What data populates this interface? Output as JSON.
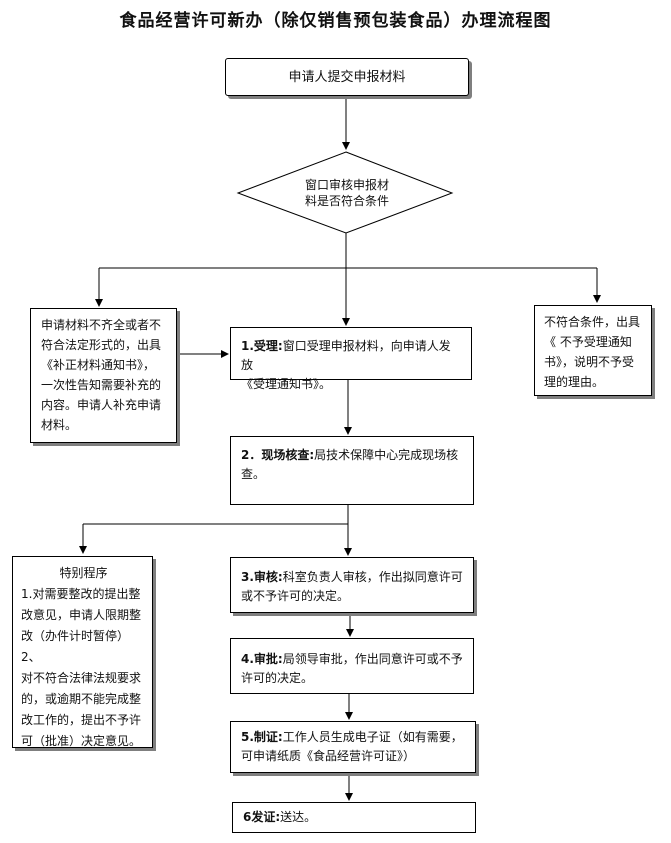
{
  "title": "食品经营许可新办（除仅销售预包装食品）办理流程图",
  "start": {
    "text": "申请人提交申报材料"
  },
  "decision": {
    "line1": "窗口审核申报材",
    "line2": "料是否符合条件"
  },
  "left_box": {
    "lines": [
      "申请材料不齐全或者不",
      "符合法定形式的，出具",
      "《补正材料通知书》，",
      "一次性告知需要补充的",
      "内容。申请人补充申请",
      "材料。"
    ]
  },
  "right_box": {
    "lines": [
      "不符合条件，出具",
      "《 不予受理通知",
      "书》，说明不予受",
      "理的理由。"
    ]
  },
  "special": {
    "title": "特别程序",
    "lines": [
      "1.对需要整改的提出整",
      "改意见，申请人限期整",
      "改（办件计时暂停）2、",
      "对不符合法律法规要求",
      "的，或逾期不能完成整",
      "改工作的，提出不予许",
      "可（批准）决定意见。"
    ]
  },
  "steps": [
    {
      "label": "1.受理:",
      "line1": "窗口受理申报材料，向申请人发放",
      "line2": "《受理通知书》。"
    },
    {
      "label": "2．现场核查:",
      "line1": "局技术保障中心完成现场核",
      "line2": "查。"
    },
    {
      "label": "3.审核:",
      "line1": "科室负责人审核，作出拟同意许可",
      "line2": "或不予许可的决定。"
    },
    {
      "label": "4.审批:",
      "line1": "局领导审批，作出同意许可或不予",
      "line2": "许可的决定。"
    },
    {
      "label": "5.制证:",
      "line1": "工作人员生成电子证（如有需要，",
      "line2": "可申请纸质《食品经营许可证》）"
    },
    {
      "label": "6发证:",
      "line1": "送达。",
      "line2": ""
    }
  ]
}
